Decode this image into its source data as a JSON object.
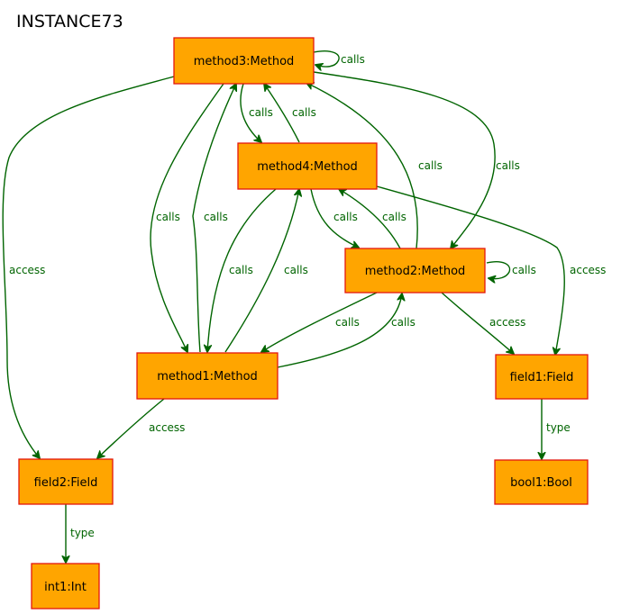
{
  "title": "INSTANCE73",
  "colors": {
    "node_fill": "#FFA500",
    "node_border": "#E3170D",
    "edge": "#006400",
    "edge_label": "#006400",
    "title": "#000000",
    "background": "#FFFFFF"
  },
  "nodes": {
    "method3": "method3:Method",
    "method4": "method4:Method",
    "method2": "method2:Method",
    "method1": "method1:Method",
    "field1": "field1:Field",
    "field2": "field2:Field",
    "bool1": "bool1:Bool",
    "int1": "int1:Int"
  },
  "edges": {
    "m3_self": "calls",
    "m3_m4": "calls",
    "m4_m3": "calls",
    "m2_m3": "calls",
    "m3_m2": "calls",
    "m3_m1": "calls",
    "m1_m3": "calls",
    "m4_m2": "calls",
    "m2_m4": "calls",
    "m2_self": "calls",
    "m4_m1": "calls",
    "m1_m4": "calls",
    "m2_m1": "calls",
    "m1_m2": "calls",
    "m3_field2": "access",
    "m4_field1": "access",
    "m2_field1": "access",
    "m1_field2": "access",
    "field1_bool1": "type",
    "field2_int1": "type"
  }
}
